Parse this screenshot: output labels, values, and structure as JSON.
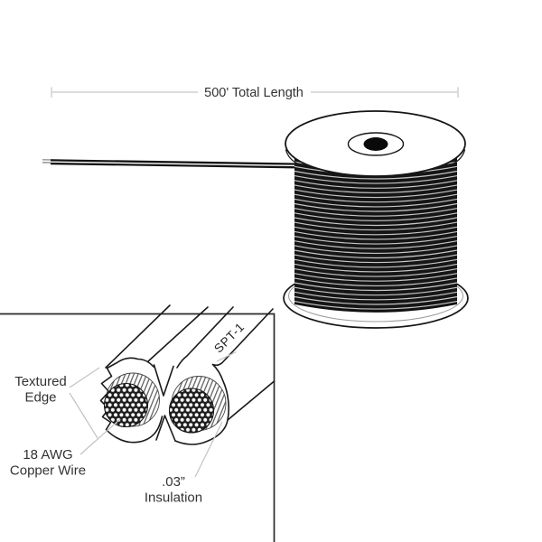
{
  "illustration": {
    "dimension_label": "500' Total Length",
    "spt_label": "SPT-1",
    "labels": {
      "textured_edge": {
        "line1": "Textured",
        "line2": "Edge"
      },
      "copper": {
        "line1": "18 AWG",
        "line2": "Copper Wire"
      },
      "insulation": {
        "line1": ".03”",
        "line2": "Insulation"
      }
    },
    "colors": {
      "outline": "#1a1a1a",
      "drum": "#161616",
      "stripe": "#c6c6c6",
      "leader": "#c3c3c3",
      "dim_line": "#c8c8c8",
      "text": "#333333",
      "box_border": "#2a2a2a",
      "hatch": "#4d4d4d",
      "strand_bg": "#1f1f1f",
      "strand_dot": "#fafafa"
    }
  }
}
